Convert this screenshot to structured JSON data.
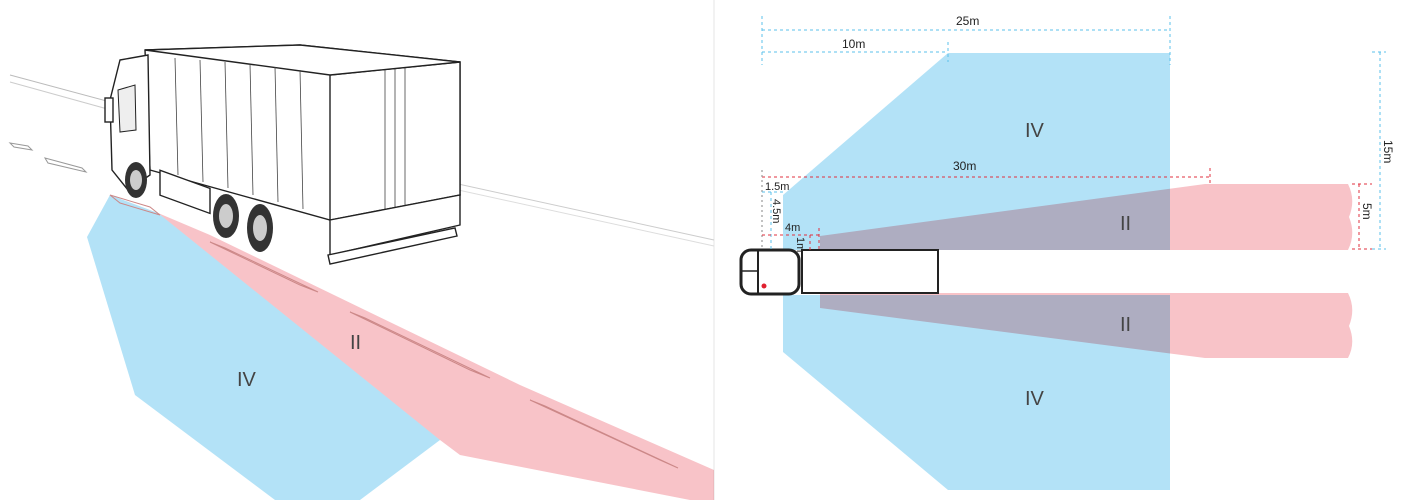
{
  "perspective_view": {
    "zone_labels": {
      "class_iv": "IV",
      "class_ii": "II"
    }
  },
  "top_view": {
    "zone_labels": {
      "class_iv_top": "IV",
      "class_ii_top": "II",
      "class_ii_bottom": "II",
      "class_iv_bottom": "IV"
    },
    "dimensions": {
      "d25": "25m",
      "d10": "10m",
      "d30": "30m",
      "d1_5": "1.5m",
      "d4_5": "4.5m",
      "d4": "4m",
      "d1": "1m",
      "d15": "15m",
      "d5": "5m"
    }
  },
  "colors": {
    "class_iv": "#b3e2f7",
    "class_ii": "#f8c3c8",
    "overlap": "#aab3ce"
  }
}
